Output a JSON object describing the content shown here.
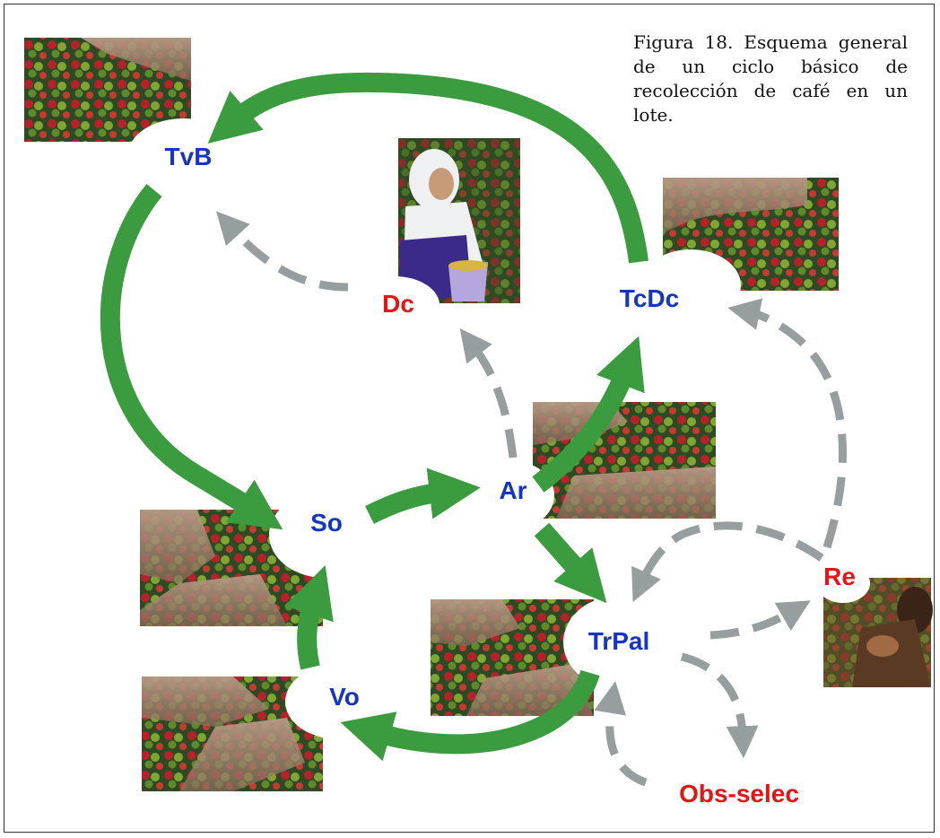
{
  "caption": "Figura 18. Esquema general de un ciclo básico de recolección de café en un lote.",
  "colors": {
    "step_label": "#1535c6",
    "alt_label": "#e81313",
    "main_flow": "#3a9c3f",
    "alt_flow": "#969ea0"
  },
  "nodes": {
    "tvb": "TvB",
    "dc": "Dc",
    "tcdc": "TcDc",
    "so": "So",
    "ar": "Ar",
    "re": "Re",
    "trpal": "TrPal",
    "vo": "Vo",
    "obs": "Obs-selec"
  },
  "photos": [
    {
      "id": "tvb",
      "subject": "hand picking ripe coffee cherries"
    },
    {
      "id": "dc",
      "subject": "picker with hooded shirt and basket"
    },
    {
      "id": "tcdc",
      "subject": "hand over coffee cherries"
    },
    {
      "id": "ar",
      "subject": "hands stripping coffee branch"
    },
    {
      "id": "so",
      "subject": "hands picking cherries"
    },
    {
      "id": "trpal",
      "subject": "hands holding cherries"
    },
    {
      "id": "vo",
      "subject": "hand holding cherries"
    },
    {
      "id": "re",
      "subject": "person with coffee plants"
    }
  ]
}
